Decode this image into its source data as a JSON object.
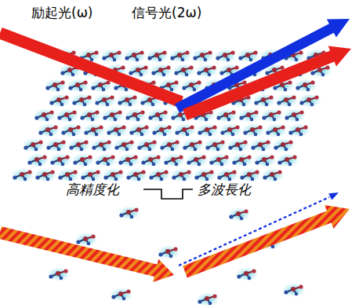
{
  "diagram": {
    "labels": [
      "励起光(ω)",
      "信号光(2ω)",
      "高精度化",
      "多波長化"
    ]
  }
}
